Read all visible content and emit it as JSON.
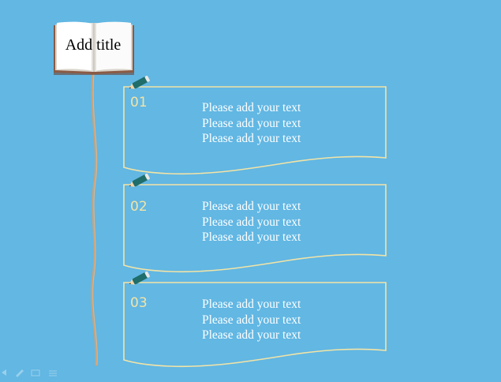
{
  "title": "Add title",
  "items": [
    {
      "number": "01",
      "lines": [
        "Please add your text",
        "Please add your text",
        "Please add your text"
      ]
    },
    {
      "number": "02",
      "lines": [
        "Please add your text",
        "Please add your text",
        "Please add your text"
      ]
    },
    {
      "number": "03",
      "lines": [
        "Please add your text",
        "Please add your text",
        "Please add your text"
      ]
    }
  ],
  "icons": {
    "book": "open-book-icon",
    "pencil": "pencil-icon"
  },
  "colors": {
    "background": "#62b7e3",
    "frame": "#f3e4a6",
    "number": "#f3e4a6",
    "text": "#ffffff",
    "rope": "#c9a27a",
    "pencil": "#1f6e6b"
  }
}
